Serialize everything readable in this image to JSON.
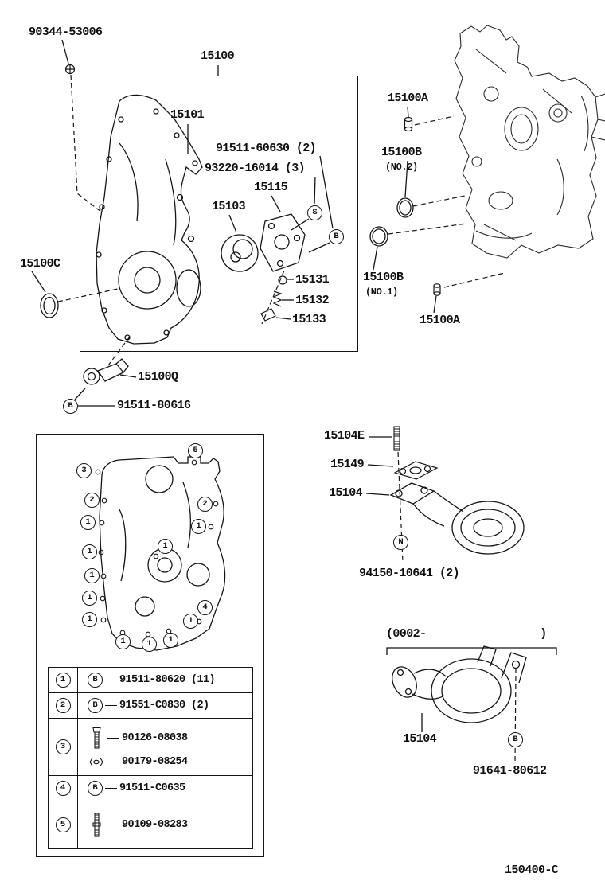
{
  "figure": {
    "code": "150400-C"
  },
  "labels": {
    "p90344": "90344-53006",
    "p15100": "15100",
    "p15101": "15101",
    "p91511_60630": "91511-60630 (2)",
    "p93220_16014": "93220-16014 (3)",
    "p15115": "15115",
    "p15103": "15103",
    "p15100A_upper": "15100A",
    "p15100B_upper": "15100B",
    "no2": "(NO.2)",
    "p15100C": "15100C",
    "p15131": "15131",
    "p15132": "15132",
    "p15133": "15133",
    "p15100B_lower": "15100B",
    "no1": "(NO.1)",
    "p15100A_lower": "15100A",
    "p15100Q": "15100Q",
    "p91511_80616": "91511-80616",
    "p15104E": "15104E",
    "p15149": "15149",
    "p15104": "15104",
    "p94150": "94150-10641 (2)",
    "date_range": "(0002-                 )",
    "p15104_variant": "15104",
    "p91641": "91641-80612"
  },
  "callouts": {
    "s": "S",
    "b": "B",
    "n": "N"
  },
  "markers": {
    "m1": "1",
    "m2": "2",
    "m3": "3",
    "m4": "4",
    "m5": "5"
  },
  "legend": {
    "rows": [
      {
        "num": "1",
        "fastener": "circled-B",
        "part": "91511-80620 (11)"
      },
      {
        "num": "2",
        "fastener": "circled-B",
        "part": "91551-C0830 (2)"
      },
      {
        "num": "3",
        "fastener": "hex-bolt",
        "part": "90126-08038",
        "fastener2": "flange-nut",
        "part2": "90179-08254"
      },
      {
        "num": "4",
        "fastener": "circled-B",
        "part": "91511-C0635"
      },
      {
        "num": "5",
        "fastener": "stud",
        "part": "90109-08283"
      }
    ]
  }
}
